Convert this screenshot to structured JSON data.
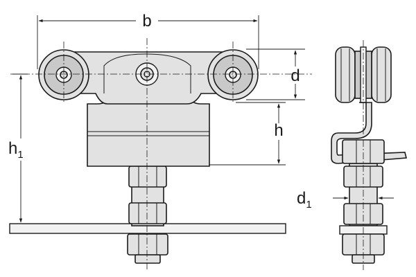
{
  "diagram": {
    "labels": {
      "b": "b",
      "d": "d",
      "h": "h",
      "h1_main": "h",
      "h1_sub": "1",
      "d1_main": "d",
      "d1_sub": "1"
    }
  }
}
